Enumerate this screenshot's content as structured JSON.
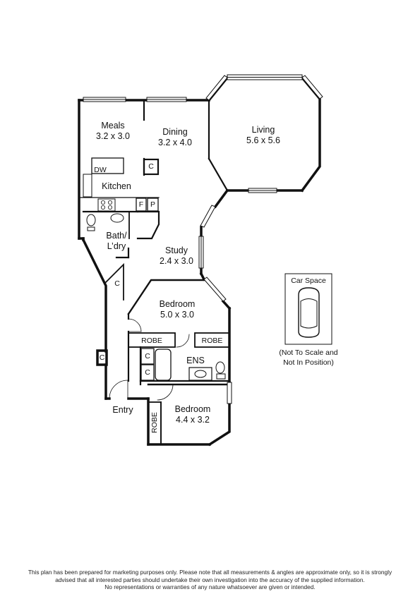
{
  "rooms": {
    "meals": {
      "name": "Meals",
      "size": "3.2 x 3.0"
    },
    "dining": {
      "name": "Dining",
      "size": "3.2 x 4.0"
    },
    "living": {
      "name": "Living",
      "size": "5.6 x 5.6"
    },
    "kitchen": {
      "name": "Kitchen"
    },
    "bath": {
      "name": "Bath/",
      "name2": "L’dry"
    },
    "study": {
      "name": "Study",
      "size": "2.4 x 3.0"
    },
    "bedroom1": {
      "name": "Bedroom",
      "size": "5.0 x 3.0"
    },
    "ens": {
      "name": "ENS"
    },
    "bedroom2": {
      "name": "Bedroom",
      "size": "4.4 x 3.2"
    },
    "entry": {
      "name": "Entry"
    }
  },
  "fixtures": {
    "dw": "DW",
    "c": "C",
    "f": "F",
    "p": "P",
    "robe": "ROBE"
  },
  "car_space": {
    "title": "Car Space",
    "note_line1": "(Not To Scale and",
    "note_line2": "Not In Position)"
  },
  "disclaimer": {
    "line1": "This plan has been prepared for marketing purposes only. Please note that all measurements & angles are approximate only, so it is strongly",
    "line2": "advised that all interested parties should undertake their own investigation into the accuracy of the supplied information.",
    "line3": "No representations or warranties of any nature whatsoever are given or intended."
  }
}
